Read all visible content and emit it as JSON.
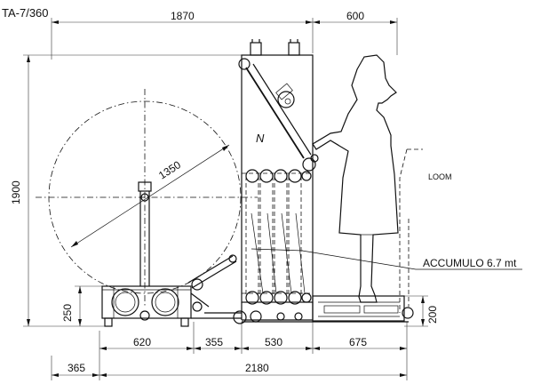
{
  "drawing": {
    "code": "TA-7/360",
    "dimensions": {
      "top_width": "1870",
      "top_right": "600",
      "height_total": "1900",
      "height_base_left": "250",
      "height_base_right": "200",
      "diameter": "1350",
      "bottom_1": "620",
      "bottom_2": "355",
      "bottom_3": "530",
      "bottom_4": "675",
      "overall_left": "365",
      "overall": "2180"
    },
    "labels": {
      "loom": "LOOM",
      "accumulo": "ACCUMULO 6.7 mt",
      "north_mark": "N"
    }
  }
}
